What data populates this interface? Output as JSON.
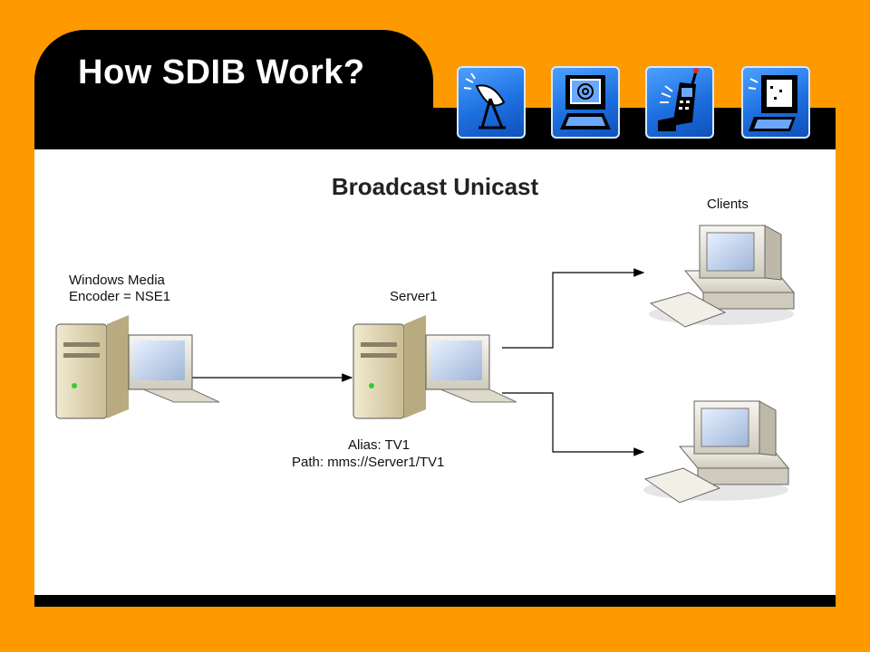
{
  "slide": {
    "title": "How SDIB Work?",
    "header_icons": [
      {
        "name": "satellite-dish-icon"
      },
      {
        "name": "email-computer-icon"
      },
      {
        "name": "mobile-phone-icon"
      },
      {
        "name": "kiosk-computer-icon"
      }
    ]
  },
  "diagram": {
    "title": "Broadcast Unicast",
    "encoder": {
      "line1": "Windows Media",
      "line2": "Encoder = NSE1"
    },
    "server": {
      "label": "Server1",
      "alias": "Alias: TV1",
      "path": "Path: mms://Server1/TV1"
    },
    "clients_label": "Clients"
  },
  "colors": {
    "background": "#FF9900",
    "header": "#000000",
    "icon_blue": "#1D6FE0"
  }
}
